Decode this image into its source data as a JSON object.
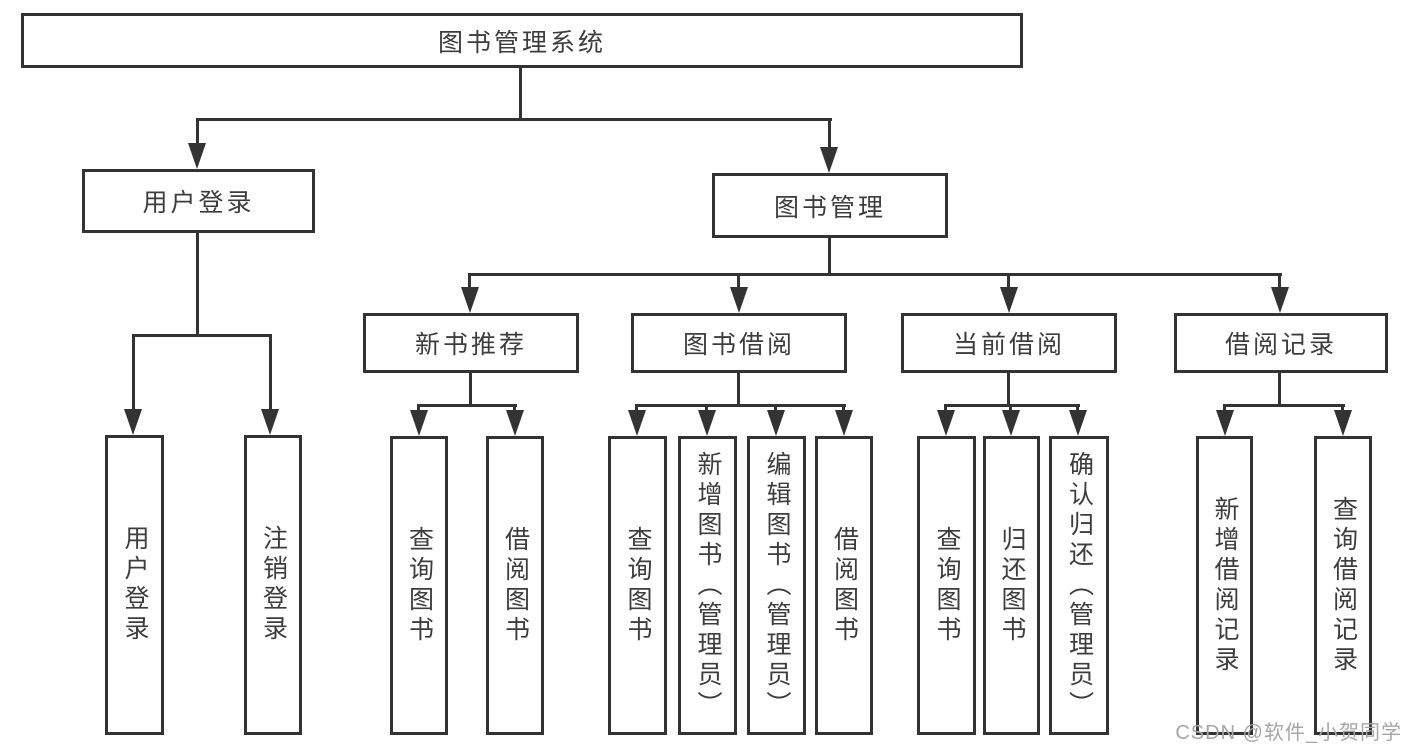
{
  "diagram": {
    "root": "图书管理系统",
    "branches": {
      "user_login": {
        "label": "用户登录",
        "children": [
          "用户登录",
          "注销登录"
        ]
      },
      "book_mgmt": {
        "label": "图书管理",
        "modules": [
          {
            "label": "新书推荐",
            "children": [
              "查询图书",
              "借阅图书"
            ]
          },
          {
            "label": "图书借阅",
            "children": [
              "查询图书",
              "新增图书（管理员）",
              "编辑图书（管理员）",
              "借阅图书"
            ]
          },
          {
            "label": "当前借阅",
            "children": [
              "查询图书",
              "归还图书",
              "确认归还（管理员）"
            ]
          },
          {
            "label": "借阅记录",
            "children": [
              "新增借阅记录",
              "查询借阅记录"
            ]
          }
        ]
      }
    }
  },
  "watermark": "CSDN @软件_小贺同学",
  "colors": {
    "line": "#333333",
    "text": "#3d3d3d",
    "background": "#ffffff",
    "watermark": "#a6a6a6"
  }
}
